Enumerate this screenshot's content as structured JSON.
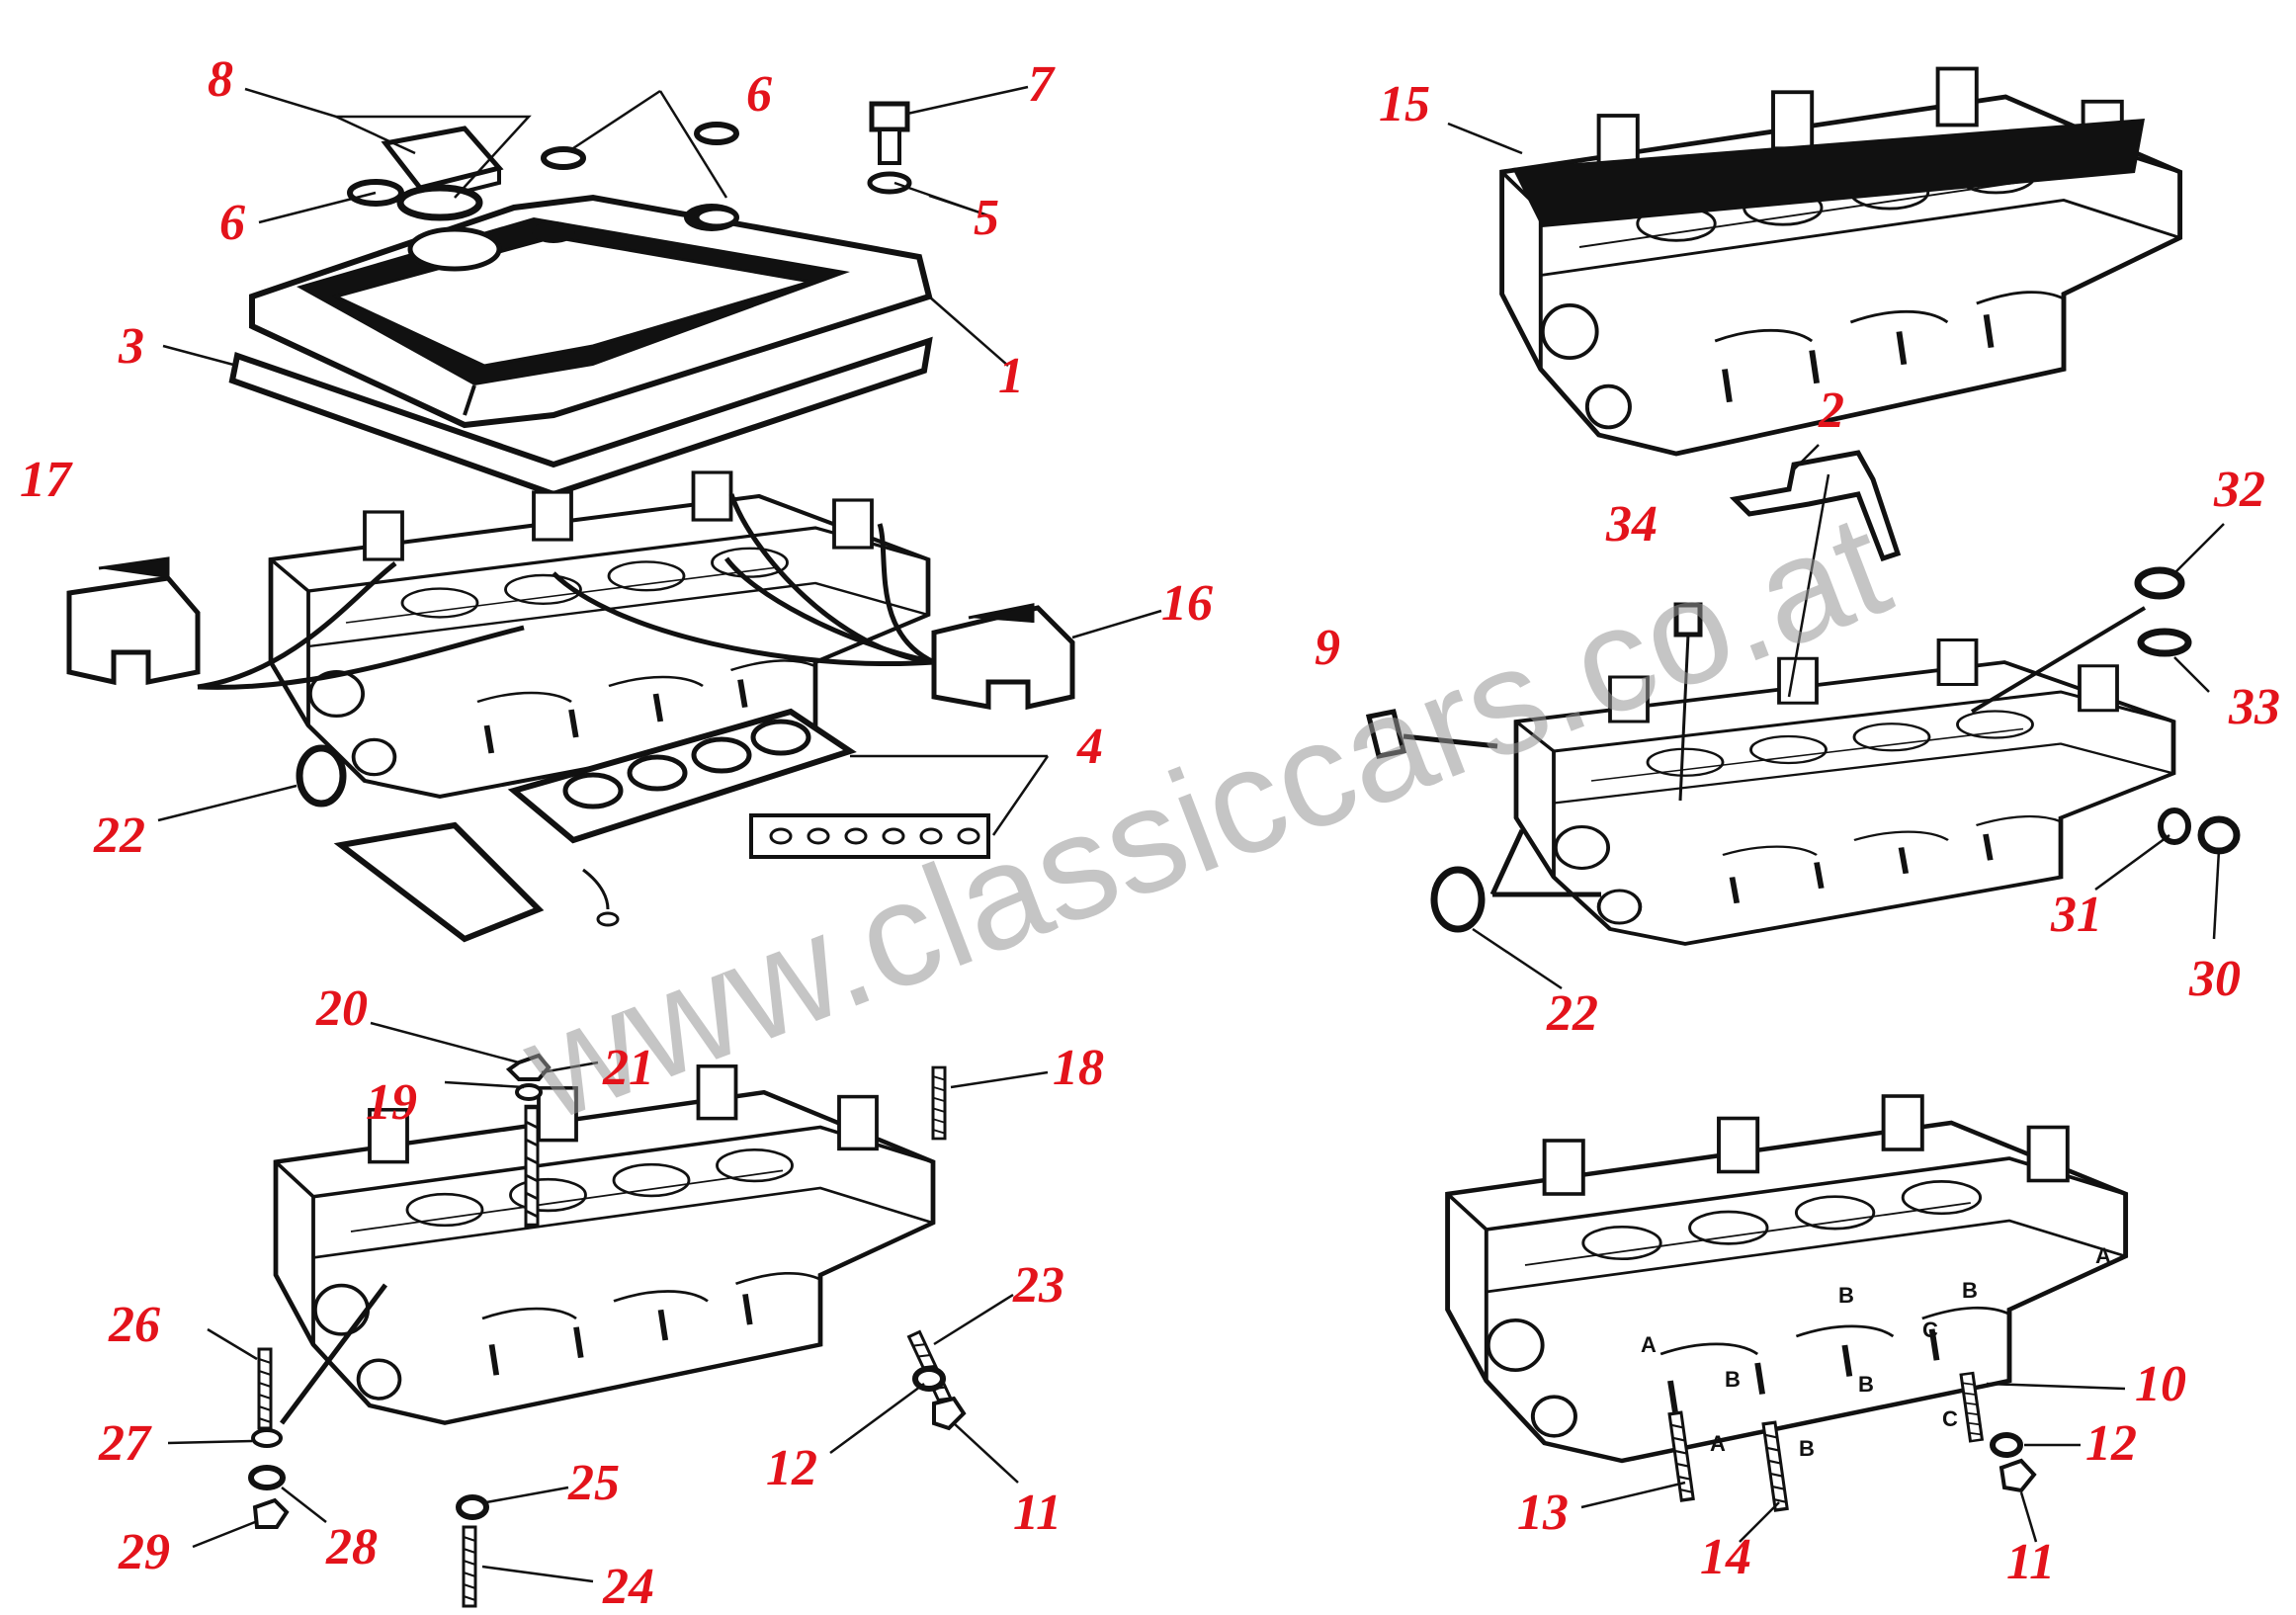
{
  "watermark": "www.classiccars.co.at",
  "accent_color": "#e3131b",
  "callouts": [
    {
      "id": "c-8",
      "text": "8"
    },
    {
      "id": "c-6a",
      "text": "6"
    },
    {
      "id": "c-7",
      "text": "7"
    },
    {
      "id": "c-6b",
      "text": "6"
    },
    {
      "id": "c-5",
      "text": "5"
    },
    {
      "id": "c-3",
      "text": "3"
    },
    {
      "id": "c-1",
      "text": "1"
    },
    {
      "id": "c-17",
      "text": "17"
    },
    {
      "id": "c-16",
      "text": "16"
    },
    {
      "id": "c-4",
      "text": "4"
    },
    {
      "id": "c-22a",
      "text": "22"
    },
    {
      "id": "c-15",
      "text": "15"
    },
    {
      "id": "c-2",
      "text": "2"
    },
    {
      "id": "c-34",
      "text": "34"
    },
    {
      "id": "c-32",
      "text": "32"
    },
    {
      "id": "c-9",
      "text": "9"
    },
    {
      "id": "c-33",
      "text": "33"
    },
    {
      "id": "c-31",
      "text": "31"
    },
    {
      "id": "c-30",
      "text": "30"
    },
    {
      "id": "c-22b",
      "text": "22"
    },
    {
      "id": "c-20",
      "text": "20"
    },
    {
      "id": "c-21",
      "text": "21"
    },
    {
      "id": "c-19",
      "text": "19"
    },
    {
      "id": "c-18",
      "text": "18"
    },
    {
      "id": "c-23",
      "text": "23"
    },
    {
      "id": "c-26",
      "text": "26"
    },
    {
      "id": "c-27",
      "text": "27"
    },
    {
      "id": "c-12a",
      "text": "12"
    },
    {
      "id": "c-11a",
      "text": "11"
    },
    {
      "id": "c-25",
      "text": "25"
    },
    {
      "id": "c-28",
      "text": "28"
    },
    {
      "id": "c-29",
      "text": "29"
    },
    {
      "id": "c-24",
      "text": "24"
    },
    {
      "id": "c-10",
      "text": "10"
    },
    {
      "id": "c-12b",
      "text": "12"
    },
    {
      "id": "c-13",
      "text": "13"
    },
    {
      "id": "c-14",
      "text": "14"
    },
    {
      "id": "c-11b",
      "text": "11"
    }
  ],
  "stud_letters": [
    {
      "id": "l-A1",
      "text": "A"
    },
    {
      "id": "l-B1",
      "text": "B"
    },
    {
      "id": "l-B2",
      "text": "B"
    },
    {
      "id": "l-A2",
      "text": "A"
    },
    {
      "id": "l-B3",
      "text": "B"
    },
    {
      "id": "l-B4",
      "text": "B"
    },
    {
      "id": "l-C1",
      "text": "C"
    },
    {
      "id": "l-A3",
      "text": "A"
    },
    {
      "id": "l-B5",
      "text": "B"
    },
    {
      "id": "l-C2",
      "text": "C"
    }
  ]
}
